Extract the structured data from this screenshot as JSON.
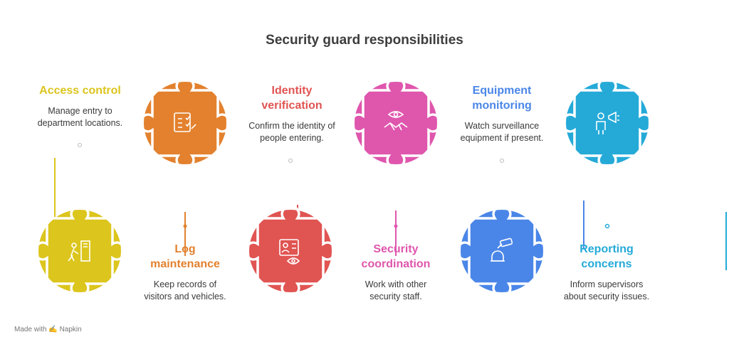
{
  "title": "Security guard responsibilities",
  "items": [
    {
      "title": "Access control",
      "desc1": "Manage entry to",
      "desc2": "department locations.",
      "color": "#dcc51d",
      "icon": "person-door-icon"
    },
    {
      "title": "Log maintenance",
      "title1": "Log",
      "title2": "maintenance",
      "desc1": "Keep records of",
      "desc2": "visitors and vehicles.",
      "color": "#e3812e",
      "icon": "checklist-icon"
    },
    {
      "title": "Identity verification",
      "title1": "Identity",
      "title2": "verification",
      "desc1": "Confirm the identity of",
      "desc2": "people entering.",
      "color": "#e05452",
      "icon": "id-card-eye-icon"
    },
    {
      "title": "Security coordination",
      "title1": "Security",
      "title2": "coordination",
      "desc1": "Work with other",
      "desc2": "security staff.",
      "color": "#df56ad",
      "icon": "handshake-eye-icon"
    },
    {
      "title": "Equipment monitoring",
      "title1": "Equipment",
      "title2": "monitoring",
      "desc1": "Watch surveillance",
      "desc2": "equipment if present.",
      "color": "#4a86e8",
      "icon": "camera-guard-icon"
    },
    {
      "title": "Reporting concerns",
      "title1": "Reporting",
      "title2": "concerns",
      "desc1": "Inform supervisors",
      "desc2": "about security issues.",
      "color": "#25aad8",
      "icon": "megaphone-person-icon"
    }
  ],
  "footer": "Made with ✍ Napkin"
}
